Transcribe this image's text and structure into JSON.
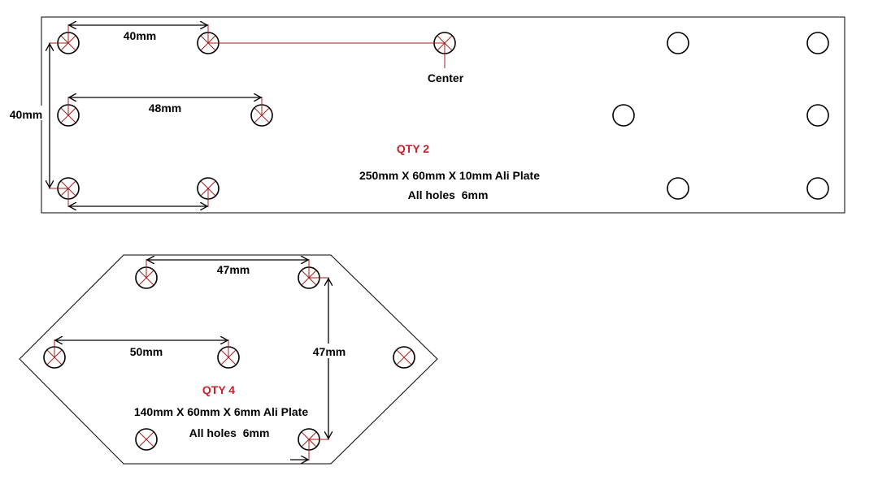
{
  "plate_1": {
    "dim_top": "40mm",
    "dim_middle": "48mm",
    "dim_left": "40mm",
    "center_label": "Center",
    "qty": "QTY 2",
    "size": "250mm X 60mm X 10mm Ali Plate",
    "holes": "All holes  6mm"
  },
  "plate_2": {
    "dim_top": "47mm",
    "dim_middle": "50mm",
    "dim_right": "47mm",
    "qty": "QTY 4",
    "size": "140mm X 60mm X 6mm Ali Plate",
    "holes": "All holes  6mm"
  },
  "colors": {
    "line": "#000000",
    "accent": "#c8202a",
    "mark": "#a02020"
  }
}
